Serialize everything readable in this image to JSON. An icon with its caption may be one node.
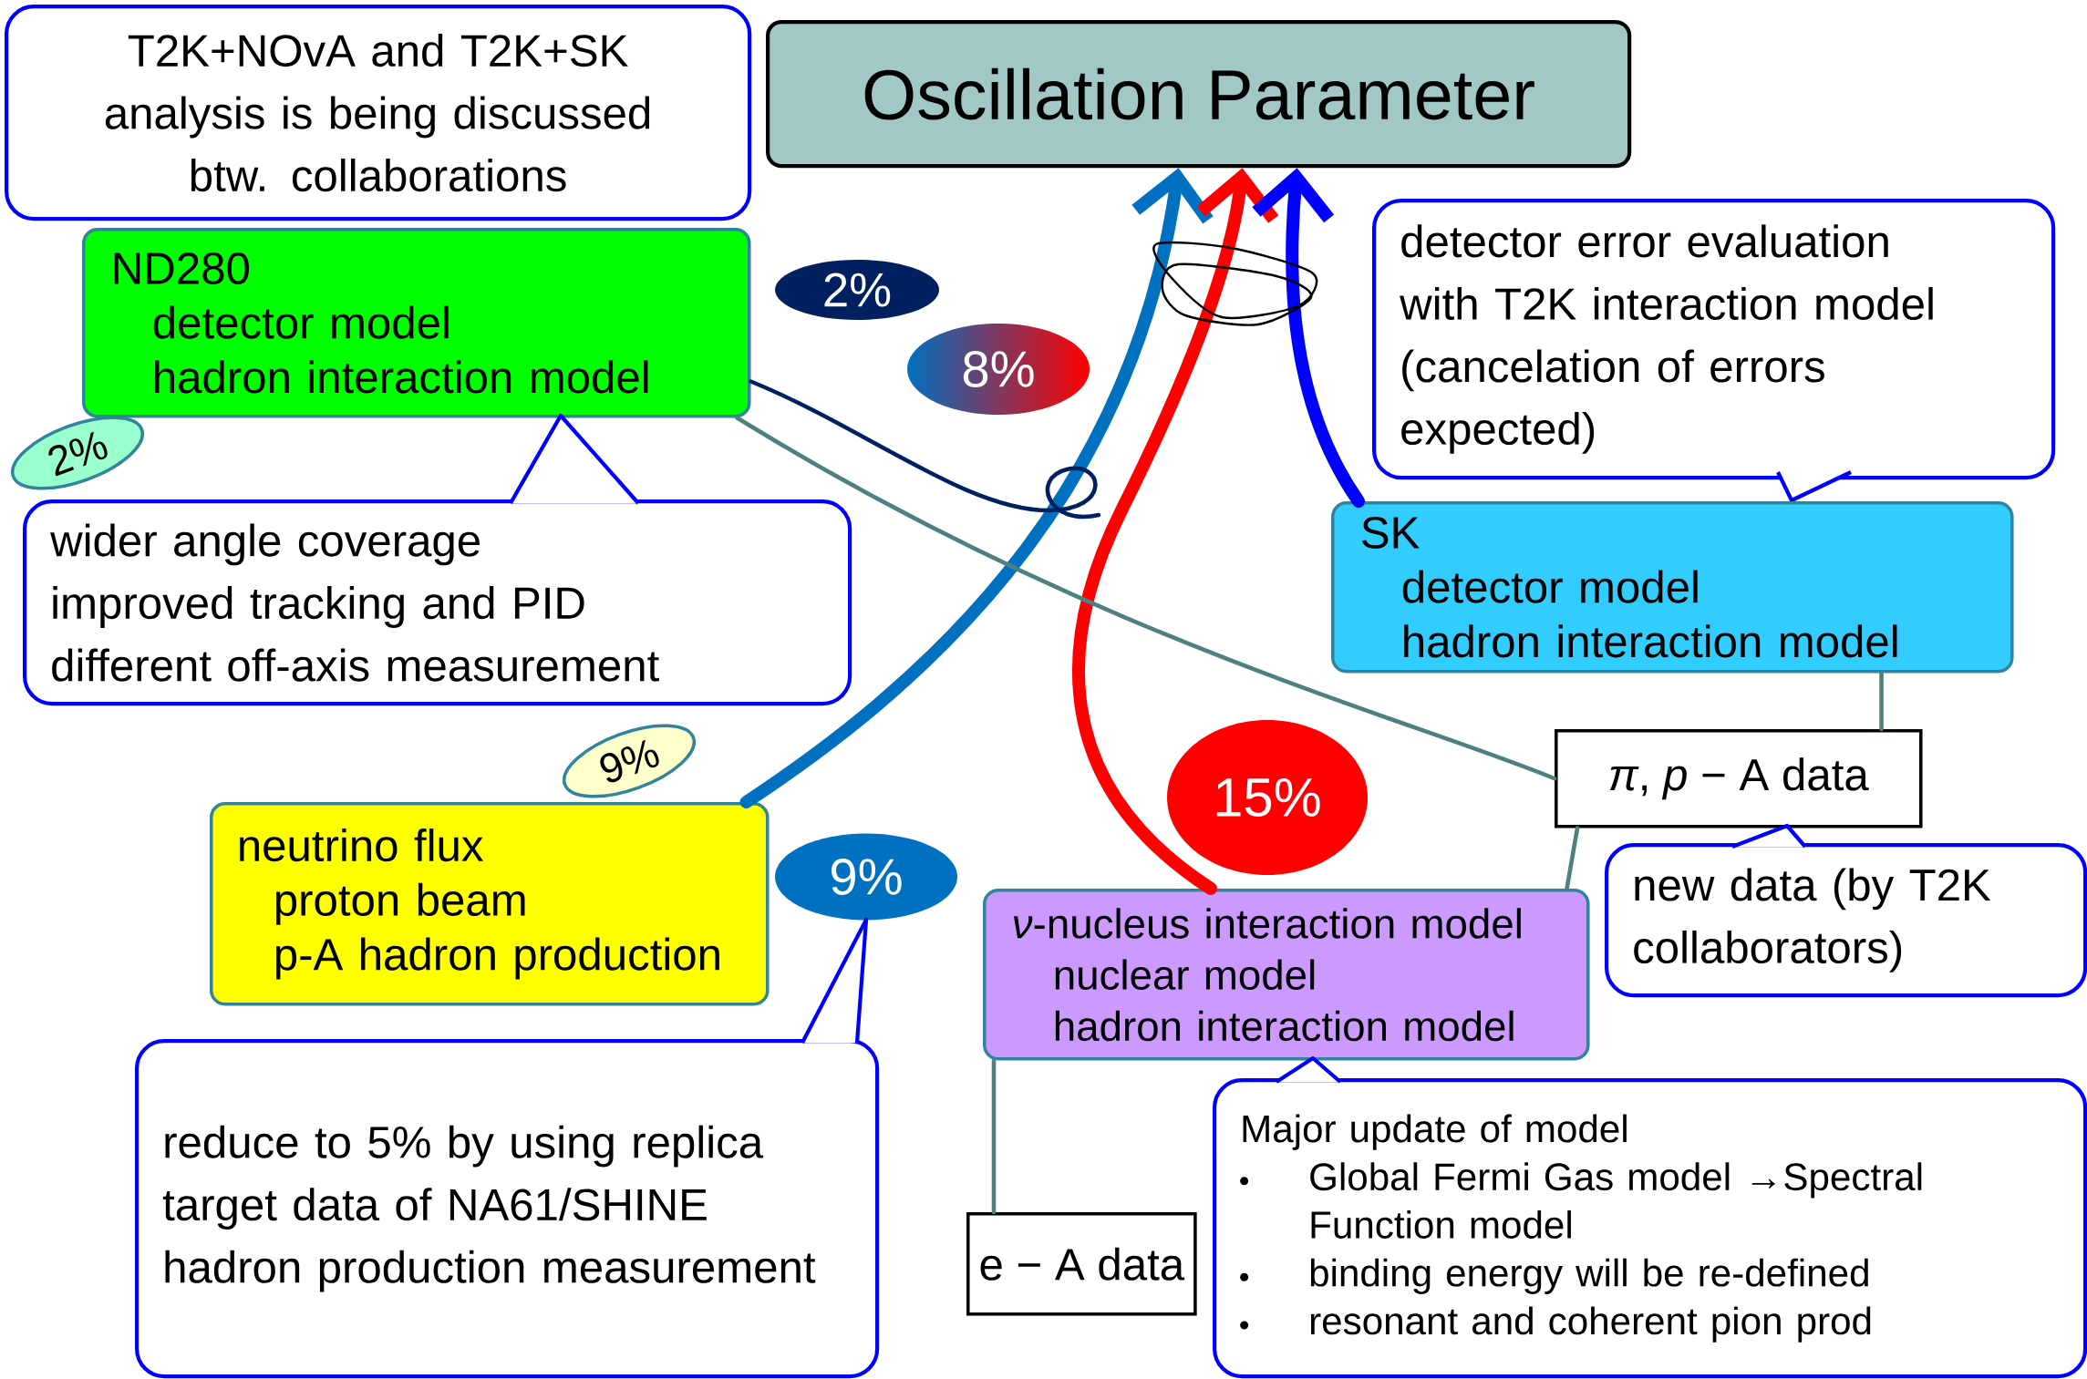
{
  "diagram": {
    "nodes": [
      {
        "text": [
          "Oscillation Parameter"
        ]
      },
      {
        "text": [
          "T2K+NOvA and T2K+SK analysis is being discussed btw. collaborations"
        ]
      },
      {
        "text": [
          "ND280",
          "detector model",
          "hadron interaction model"
        ]
      },
      {
        "text": [
          "2%"
        ]
      },
      {
        "text": [
          "wider angle coverage",
          "improved tracking and PID",
          "different off-axis measurement"
        ]
      },
      {
        "text": [
          "2%"
        ]
      },
      {
        "text": [
          "8%"
        ]
      },
      {
        "text": [
          "detector error evaluation with T2K interaction model (cancelation of errors expected)"
        ]
      },
      {
        "text": [
          "SK",
          "detector model",
          "hadron interaction model"
        ]
      },
      {
        "text": [
          "9%"
        ]
      },
      {
        "text": [
          "*π*, *p* − A data"
        ]
      },
      {
        "text": [
          "15%"
        ]
      },
      {
        "text": [
          "neutrino flux",
          "proton beam",
          "p-A hadron production"
        ]
      },
      {
        "text": [
          "9%"
        ]
      },
      {
        "text": [
          "new data (by T2K collaborators)"
        ]
      },
      {
        "text": [
          "*ν*-nucleus interaction model",
          "nuclear model",
          "hadron interaction model"
        ]
      },
      {
        "text": [
          "reduce to 5% by using replica target data of NA61/SHINE hadron production measurement"
        ]
      },
      {
        "text": [
          "e − A data"
        ]
      },
      {
        "text": [
          "Major update of model",
          "Global Fermi Gas model →Spectral Function model",
          "binding energy will be re-defined",
          "resonant and coherent pion prod"
        ]
      }
    ],
    "edges": [
      {
        "from": 12,
        "to": 0,
        "arrow": "to",
        "style": "thick",
        "color": "#0070c0"
      },
      {
        "from": 15,
        "to": 0,
        "arrow": "to",
        "style": "thick",
        "color": "#ff0000"
      },
      {
        "from": 8,
        "to": 0,
        "arrow": "to",
        "style": "thick",
        "color": "#0000ff"
      },
      {
        "from": 2,
        "to": null,
        "arrow": "none",
        "color": "#002060"
      },
      {
        "from": 2,
        "to": 10,
        "arrow": "none"
      },
      {
        "from": 8,
        "to": 10,
        "arrow": "none"
      },
      {
        "from": 10,
        "to": 15,
        "arrow": "none"
      },
      {
        "from": 17,
        "to": 15,
        "arrow": "none"
      }
    ]
  }
}
